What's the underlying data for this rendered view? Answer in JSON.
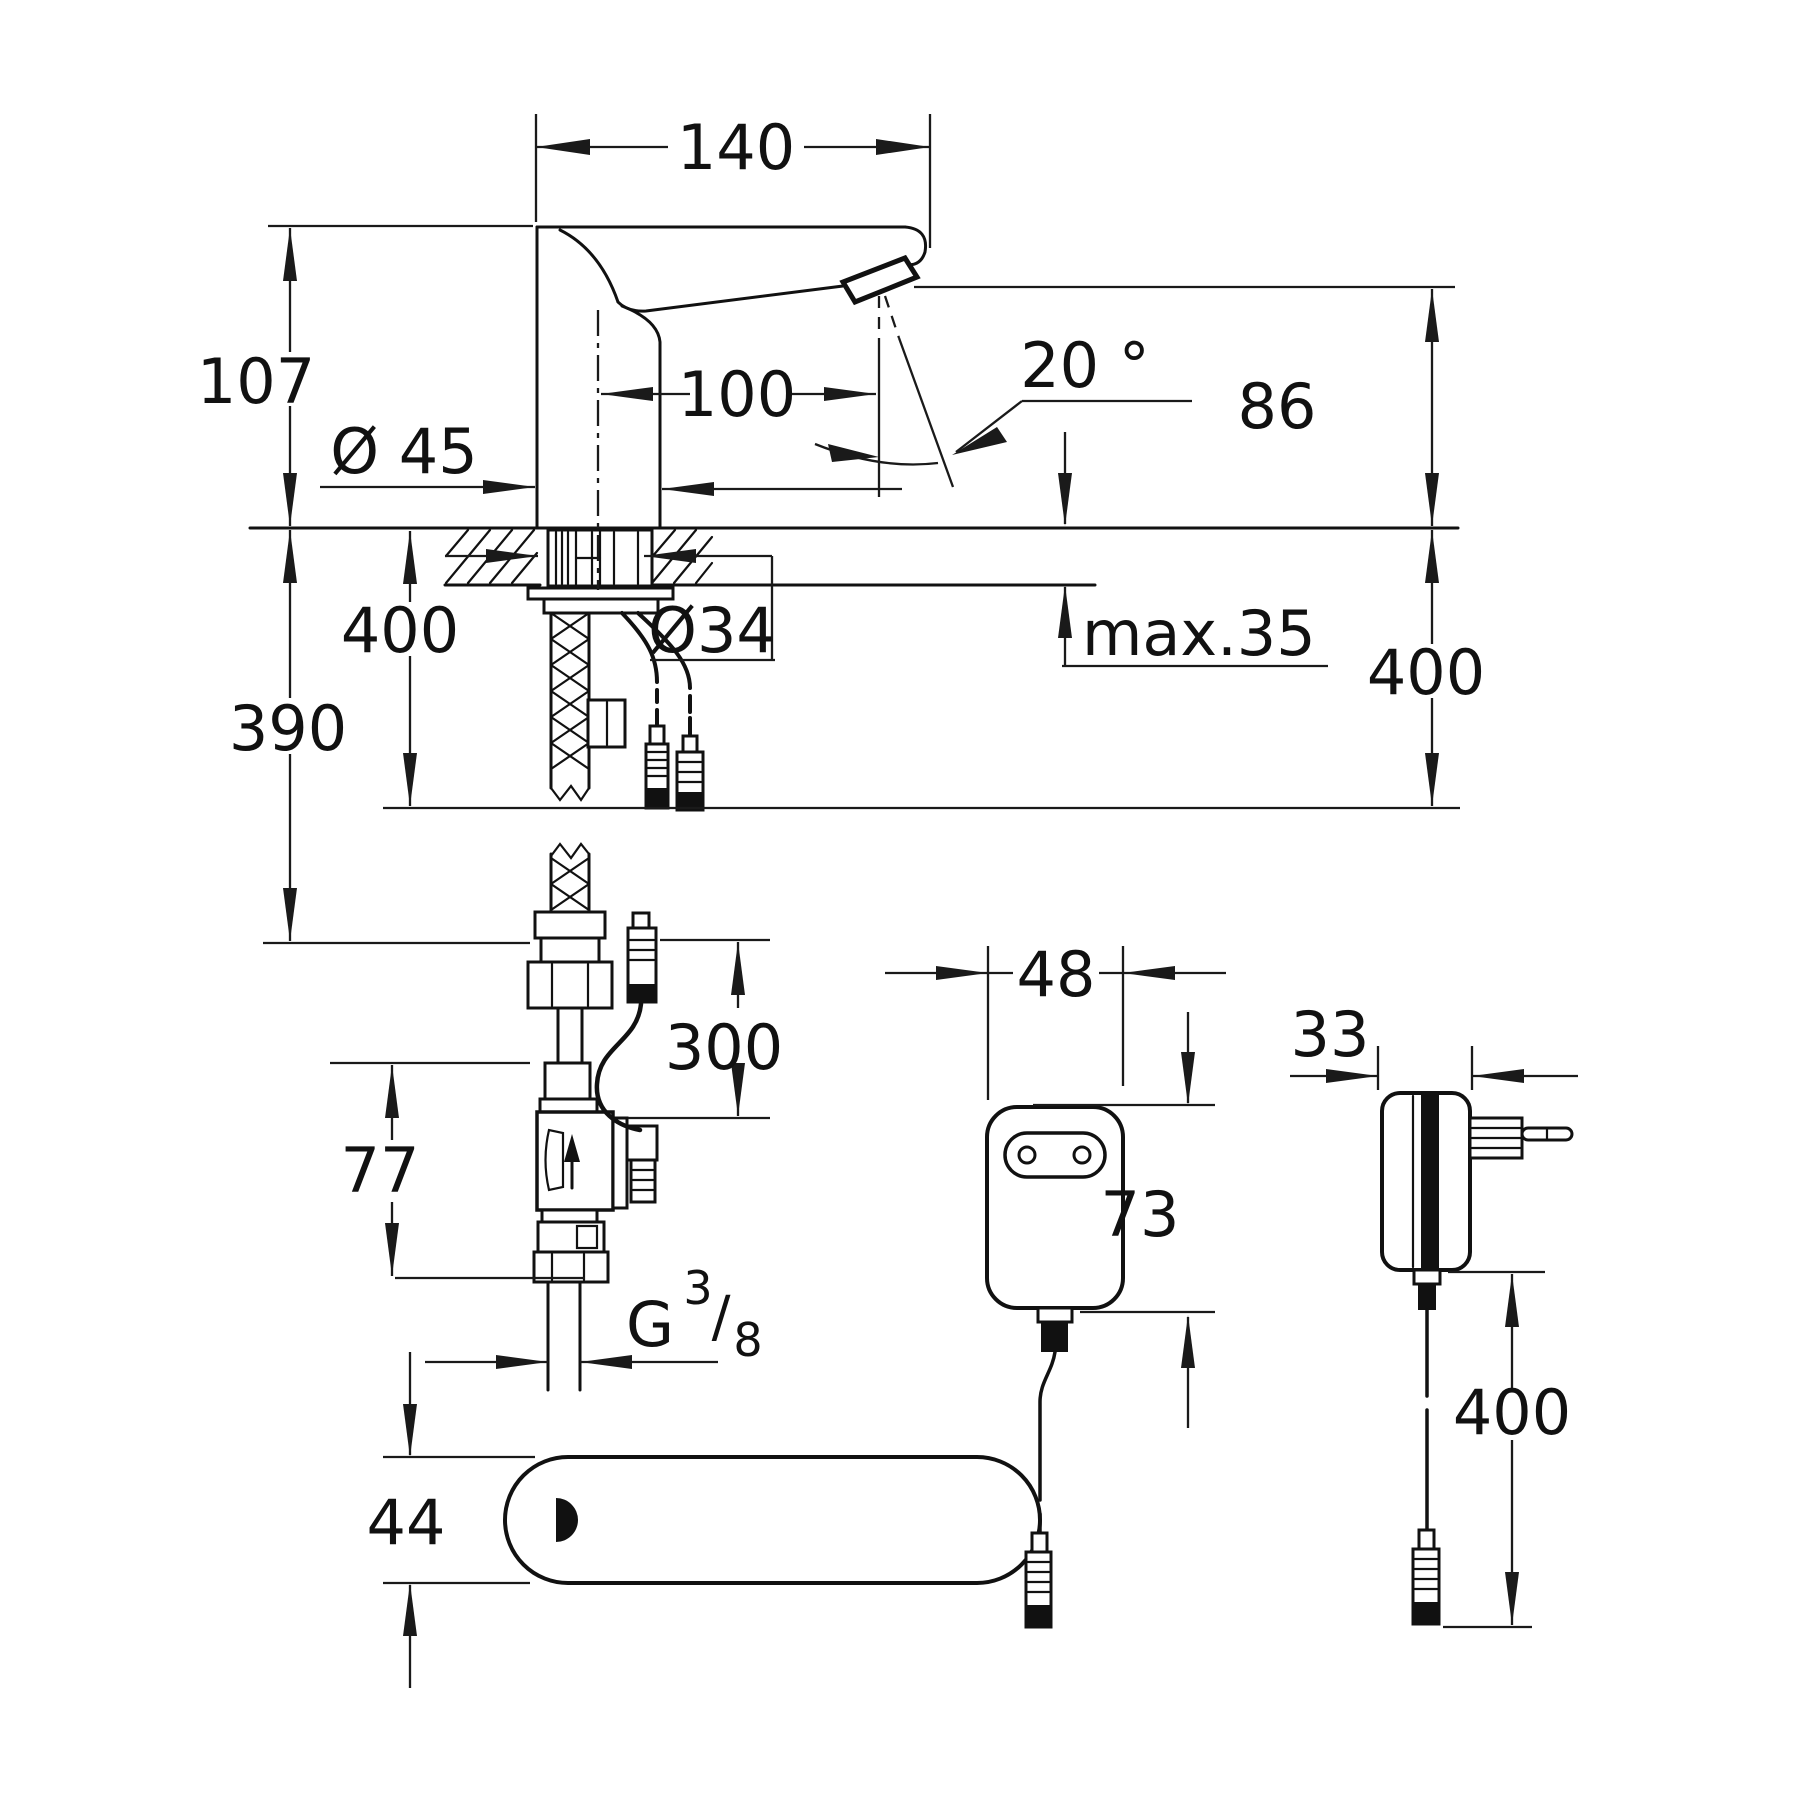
{
  "drawing": {
    "type": "faucet technical dimension drawing",
    "units": "mm",
    "dims": {
      "top_width": "140",
      "body_height": "107",
      "base_diameter": "Ø 45",
      "spout_reach": "100",
      "spout_angle": "20 °",
      "outlet_height": "86",
      "hole_diameter": "Ø34",
      "deck_max_thickness": "max.35",
      "hose_length_left": "400",
      "below_deck_total": "390",
      "hose_length_right": "400",
      "cable_length": "300",
      "valve_height": "77",
      "thread": {
        "g": "G",
        "numerator": "3",
        "slash": "/",
        "denominator": "8"
      },
      "plate_width": "44",
      "psu_width": "48",
      "psu_height": "73",
      "psu_depth": "33",
      "psu_cable_length": "400"
    }
  }
}
